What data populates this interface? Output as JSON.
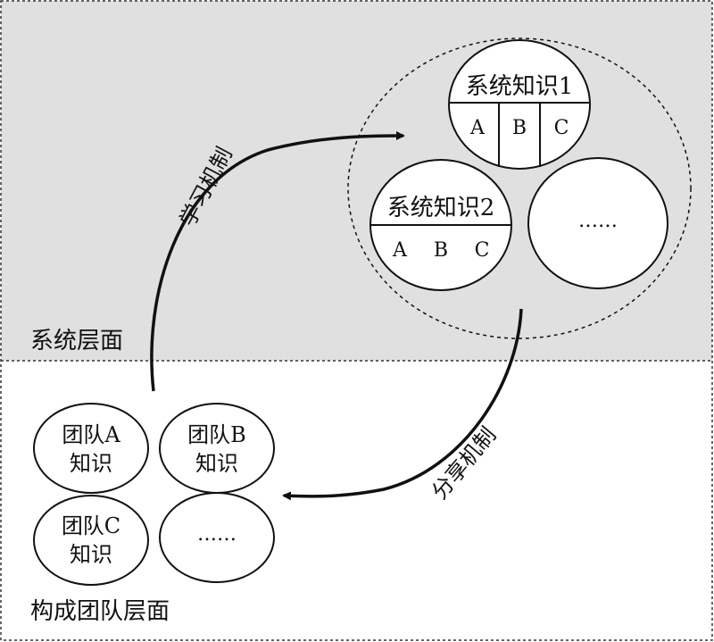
{
  "system_layer": {
    "label": "系统层面",
    "background": "#e0e0e0",
    "knowledge_1": {
      "title": "系统知识1",
      "parts": [
        "A",
        "B",
        "C"
      ]
    },
    "knowledge_2": {
      "title": "系统知识2",
      "parts": [
        "A",
        "B",
        "C"
      ]
    },
    "more": "……"
  },
  "team_layer": {
    "label": "构成团队层面",
    "teams": [
      {
        "line1": "团队A",
        "line2": "知识"
      },
      {
        "line1": "团队B",
        "line2": "知识"
      },
      {
        "line1": "团队C",
        "line2": "知识"
      }
    ],
    "more": "……"
  },
  "arrows": {
    "learning": "学习机制",
    "sharing": "分享机制"
  }
}
